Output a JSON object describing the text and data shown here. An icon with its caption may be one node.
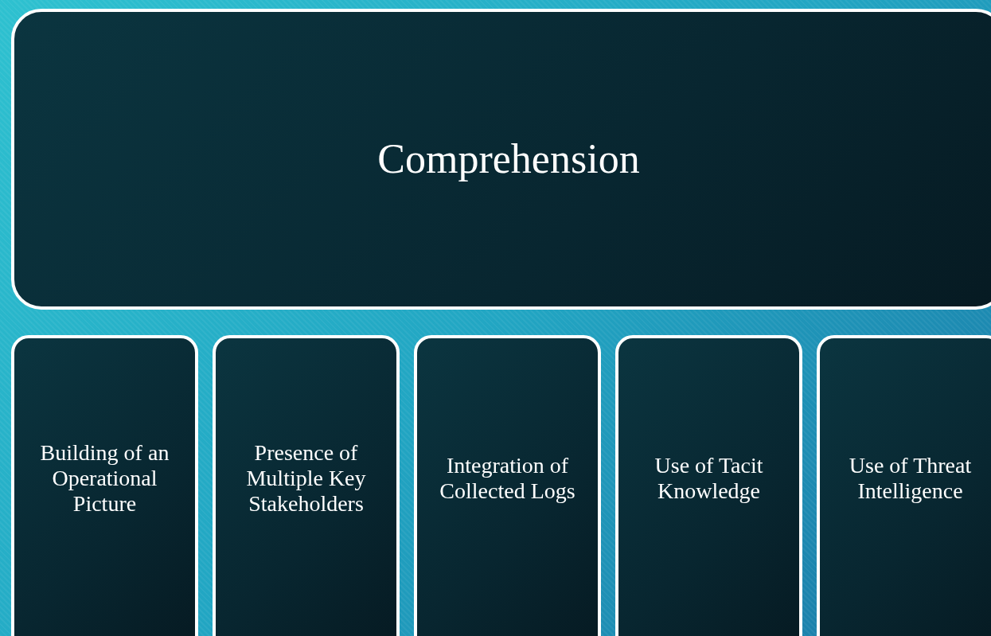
{
  "diagram": {
    "nodes": [
      {
        "text": [
          "Comprehension"
        ]
      },
      {
        "text": [
          "Building of an Operational Picture"
        ]
      },
      {
        "text": [
          "Presence of Multiple Key Stakeholders"
        ]
      },
      {
        "text": [
          "Integration of Collected Logs"
        ]
      },
      {
        "text": [
          "Use of Tacit Knowledge"
        ]
      },
      {
        "text": [
          "Use of Threat Intelligence"
        ]
      }
    ],
    "edges": []
  }
}
